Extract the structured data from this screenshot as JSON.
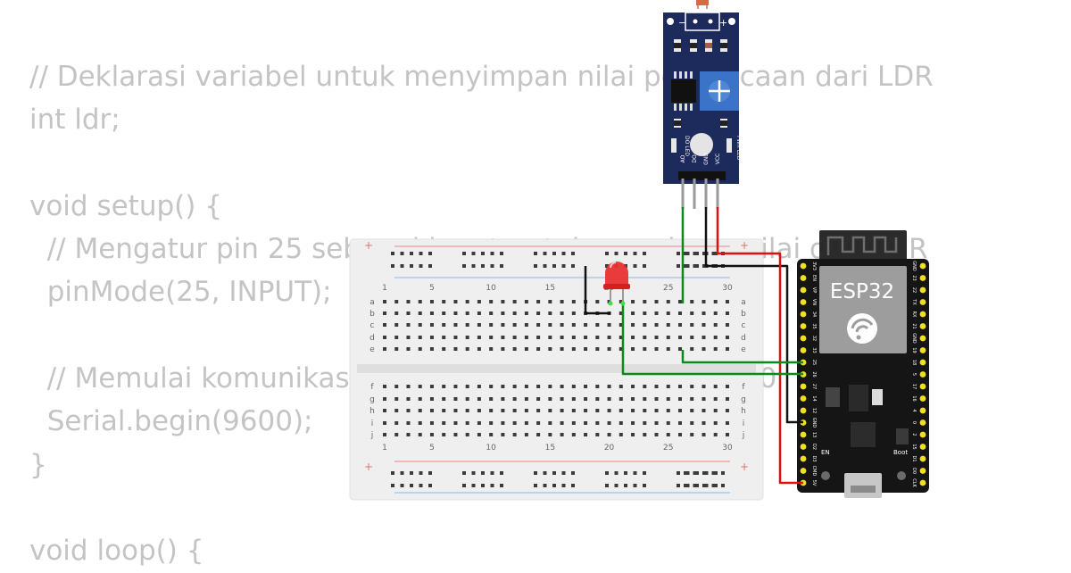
{
  "code_lines": [
    "// Deklarasi variabel untuk menyimpan nilai pembacaan dari LDR",
    "int ldr;",
    "",
    "void setup() {",
    "  // Mengatur pin 25 sebagai input untuk membaca nilai dari LDR",
    "  pinMode(25, INPUT);",
    "",
    "  // Memulai komunikasi serial dengan baud rate 9600",
    "  Serial.begin(9600);",
    "}",
    "",
    "void loop() {"
  ],
  "breadboard": {
    "column_numbers": [
      "1",
      "5",
      "10",
      "15",
      "20",
      "25",
      "30"
    ],
    "top_rows": [
      "a",
      "b",
      "c",
      "d",
      "e"
    ],
    "bottom_rows": [
      "f",
      "g",
      "h",
      "i",
      "j"
    ],
    "plus_sign": "+"
  },
  "esp32": {
    "label": "ESP32",
    "en_label": "EN",
    "boot_label": "Boot",
    "left_pins": [
      "3V3",
      "EN",
      "VP",
      "VN",
      "34",
      "35",
      "32",
      "33",
      "25",
      "26",
      "27",
      "14",
      "12",
      "GND",
      "13",
      "D2",
      "D3",
      "CMD",
      "5V"
    ],
    "right_pins": [
      "GND",
      "23",
      "22",
      "TX",
      "RX",
      "21",
      "GND",
      "19",
      "18",
      "5",
      "17",
      "16",
      "4",
      "0",
      "2",
      "15",
      "D1",
      "D0",
      "CLK"
    ]
  },
  "sensor": {
    "pin_labels": [
      "AO",
      "DO",
      "GND",
      "VCC"
    ],
    "led_labels": [
      "PWR LED",
      "DO LED"
    ],
    "minus_label": "−",
    "plus_label": "+"
  },
  "colors": {
    "code_text": "#c4c4c4",
    "breadboard": "#efefef",
    "sensor_board": "#1d2a5c",
    "esp32_board": "#151515",
    "esp32_pin": "#f0e020",
    "wire_green": "#0a8a1a",
    "wire_black": "#111111",
    "wire_red": "#e01010",
    "led": "#e83030"
  }
}
